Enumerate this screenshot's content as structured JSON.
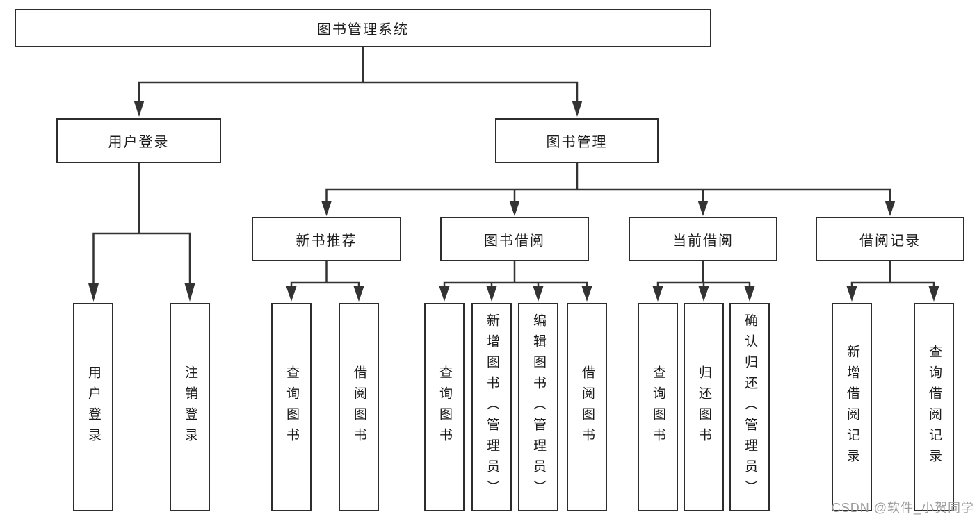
{
  "diagram": {
    "type": "hierarchy-tree",
    "root": {
      "label": "图书管理系统",
      "children": [
        {
          "label": "用户登录",
          "children": [
            {
              "label": "用户登录"
            },
            {
              "label": "注销登录"
            }
          ]
        },
        {
          "label": "图书管理",
          "children": [
            {
              "label": "新书推荐",
              "children": [
                {
                  "label": "查询图书"
                },
                {
                  "label": "借阅图书"
                }
              ]
            },
            {
              "label": "图书借阅",
              "children": [
                {
                  "label": "查询图书"
                },
                {
                  "label": "新增图书（管理员）"
                },
                {
                  "label": "编辑图书（管理员）"
                },
                {
                  "label": "借阅图书"
                }
              ]
            },
            {
              "label": "当前借阅",
              "children": [
                {
                  "label": "查询图书"
                },
                {
                  "label": "归还图书"
                },
                {
                  "label": "确认归还（管理员）"
                }
              ]
            },
            {
              "label": "借阅记录",
              "children": [
                {
                  "label": "新增借阅记录"
                },
                {
                  "label": "查询借阅记录"
                }
              ]
            }
          ]
        }
      ]
    },
    "watermark": "CSDN @软件_小贺同学",
    "colors": {
      "line": "#333333",
      "box_border": "#2d2d2d",
      "text": "#1c1c1e",
      "watermark_text": "#9c9c9c",
      "background": "#ffffff"
    }
  }
}
